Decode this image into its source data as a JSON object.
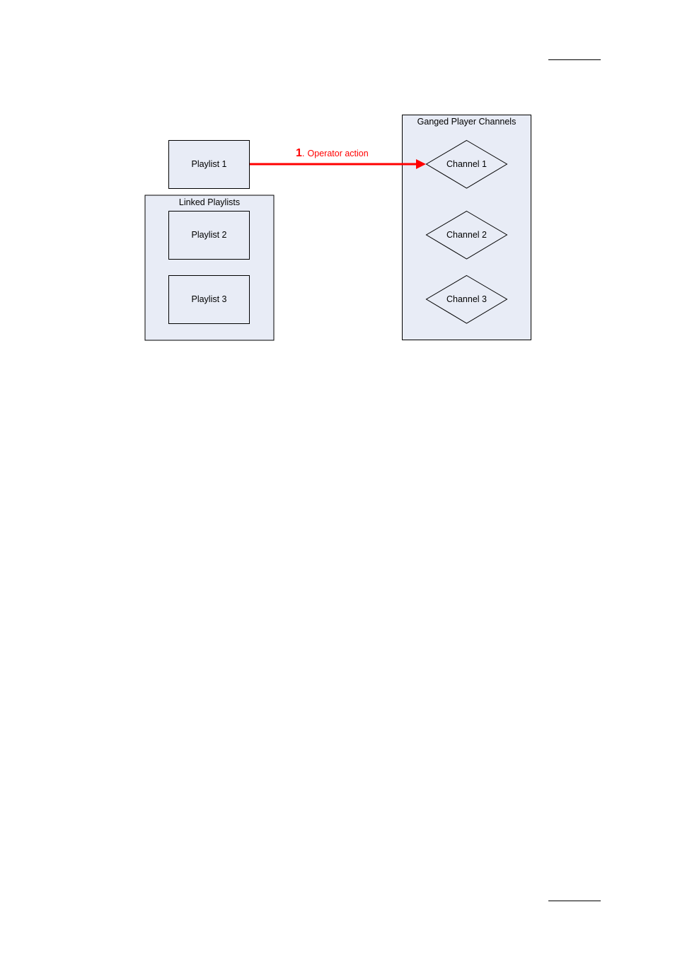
{
  "diagram": {
    "start_node": {
      "label": "Playlist 1"
    },
    "left_group": {
      "title": "Linked Playlists",
      "nodes": [
        {
          "label": "Playlist 2"
        },
        {
          "label": "Playlist 3"
        }
      ]
    },
    "right_group": {
      "title": "Ganged Player Channels",
      "nodes": [
        {
          "label": "Channel 1"
        },
        {
          "label": "Channel 2"
        },
        {
          "label": "Channel 3"
        }
      ]
    },
    "edge": {
      "number": "1",
      "separator": ".",
      "label": "Operator action",
      "from": "Playlist 1",
      "to": "Channel 1"
    },
    "colors": {
      "group_fill": "#e8ecf6",
      "node_fill": "#e8ecf6",
      "stroke": "#000000",
      "edge": "#ff0000"
    }
  }
}
